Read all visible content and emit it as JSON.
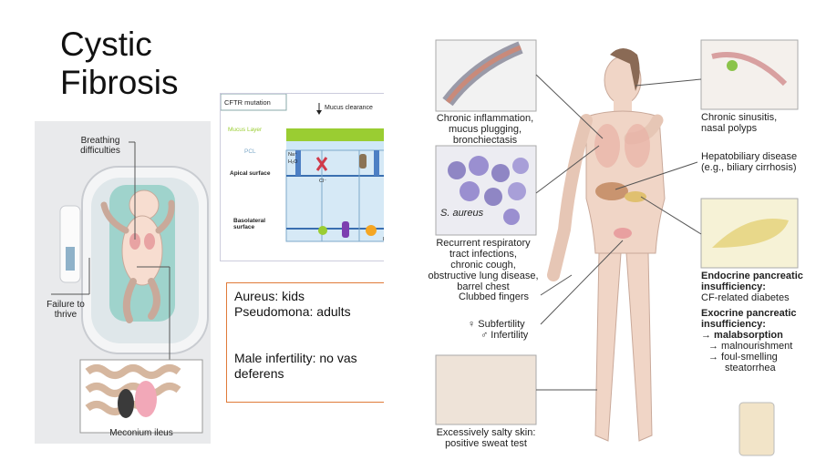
{
  "slide": {
    "title_line1": "Cystic",
    "title_line2": "Fibrosis"
  },
  "infant": {
    "breathing_line1": "Breathing",
    "breathing_line2": "difficulties",
    "failure_line1": "Failure to",
    "failure_line2": "thrive",
    "meconium": "Meconium ileus"
  },
  "cftr": {
    "title": "CFTR mutation",
    "mucus_clearance": "Mucus clearance",
    "mucus_layer": "Mucus Layer",
    "pcl": "PCL",
    "apical": "Apical surface",
    "basolateral_line1": "Basolateral",
    "basolateral_line2": "surface",
    "ion_na": "Na⁺",
    "ion_h2o": "H₂O",
    "ion_cl": "Cl⁻",
    "ion_k": "K⁺"
  },
  "notes": {
    "line1": "Aureus: kids",
    "line2": "Pseudomona: adults",
    "line3": "Male infertility: no vas",
    "line4": "deferens"
  },
  "figure": {
    "chronic_inflammation": [
      "Chronic inflammation,",
      "mucus plugging,",
      "bronchiectasis"
    ],
    "s_aureus": "S. aureus",
    "recurrent": [
      "Recurrent respiratory",
      "tract infections,",
      "chronic cough,",
      "obstructive lung disease,",
      "barrel chest"
    ],
    "clubbed": "Clubbed fingers",
    "subfertility": "♀ Subfertility",
    "infertility": "♂ Infertility",
    "salty_skin": [
      "Excessively salty skin:",
      "positive sweat test"
    ],
    "sinusitis": [
      "Chronic sinusitis,",
      "nasal polyps"
    ],
    "hepatobiliary": [
      "Hepatobiliary disease",
      "(e.g., biliary cirrhosis)"
    ],
    "endocrine": [
      "Endocrine pancreatic",
      "insufficiency:"
    ],
    "cf_diabetes": "CF-related diabetes",
    "exocrine": [
      "Exocrine pancreatic",
      "insufficiency:"
    ],
    "malabsorption": "→ malabsorption",
    "malnourishment": "→ malnourishment",
    "foul_smelling": "→ foul-smelling",
    "steatorrhea": "steatorrhea"
  },
  "colors": {
    "accent_box": "#e07b39",
    "mucus": "#9acd32",
    "pcl": "#cfe8f7",
    "cell": "#cfe3f2"
  }
}
